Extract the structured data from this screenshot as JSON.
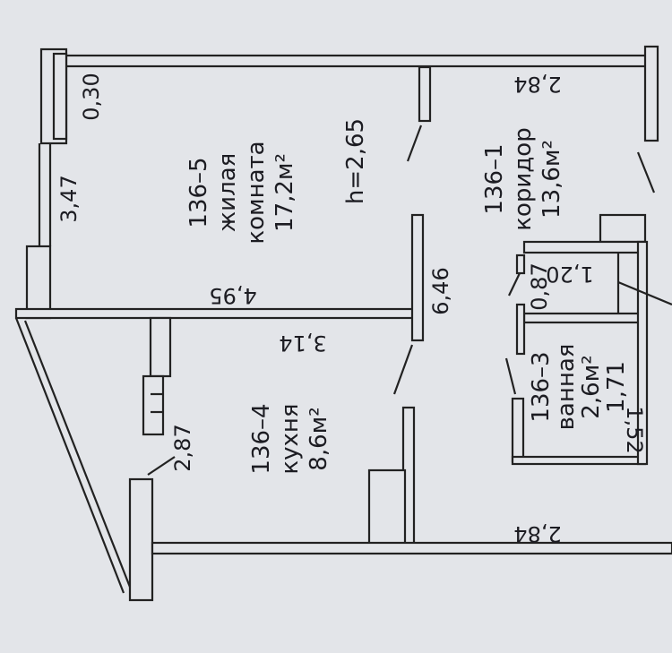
{
  "plan": {
    "ceiling_height": "h=2,65",
    "rooms": [
      {
        "id": "136–5",
        "name": "жилая",
        "name2": "комната",
        "area": "17,2м²"
      },
      {
        "id": "136–1",
        "name": "коридор",
        "area": "13,6м²"
      },
      {
        "id": "136–3",
        "name": "ванная",
        "area": "2,6м²"
      },
      {
        "id": "136–4",
        "name": "кухня",
        "area": "8,6м²"
      }
    ],
    "dimensions": {
      "window_depth": "0,30",
      "room_width": "3,47",
      "room_length": "4,95",
      "corridor_length": "6,46",
      "corridor_top": "2,84",
      "corridor_bottom": "2,84",
      "kitchen_length": "3,14",
      "kitchen_width": "2,87",
      "bath_small": "0,87",
      "bath_small2": "1,20",
      "bath_width": "1,71",
      "bath_length": "1,52"
    }
  }
}
